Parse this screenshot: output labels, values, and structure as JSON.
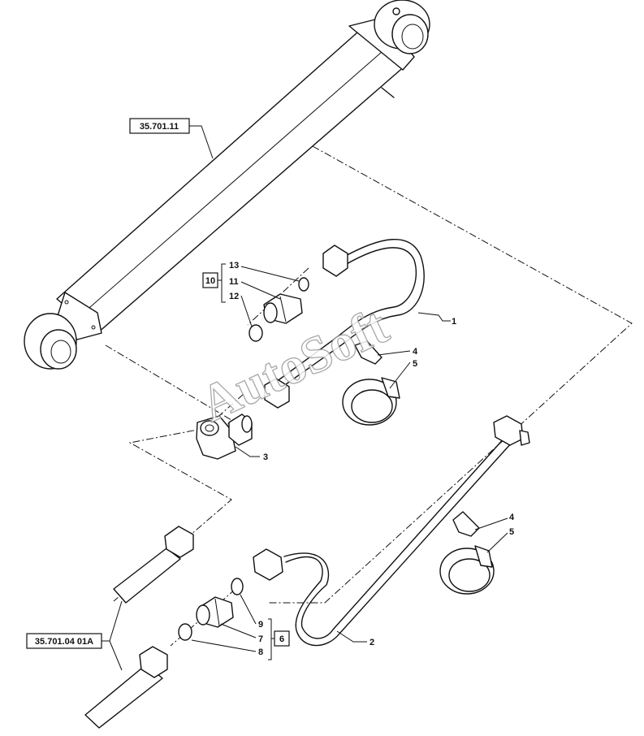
{
  "watermark": "AutoSoft",
  "references": {
    "cylinder": "35.701.11",
    "pipe_end": "35.701.04 01A"
  },
  "kits": {
    "kit_10": "10",
    "kit_6": "6"
  },
  "callouts": {
    "c1": "1",
    "c2": "2",
    "c3": "3",
    "c4a": "4",
    "c5a": "5",
    "c4b": "4",
    "c5b": "5",
    "c13": "13",
    "c11": "11",
    "c12": "12",
    "c9": "9",
    "c7": "7",
    "c8": "8"
  }
}
